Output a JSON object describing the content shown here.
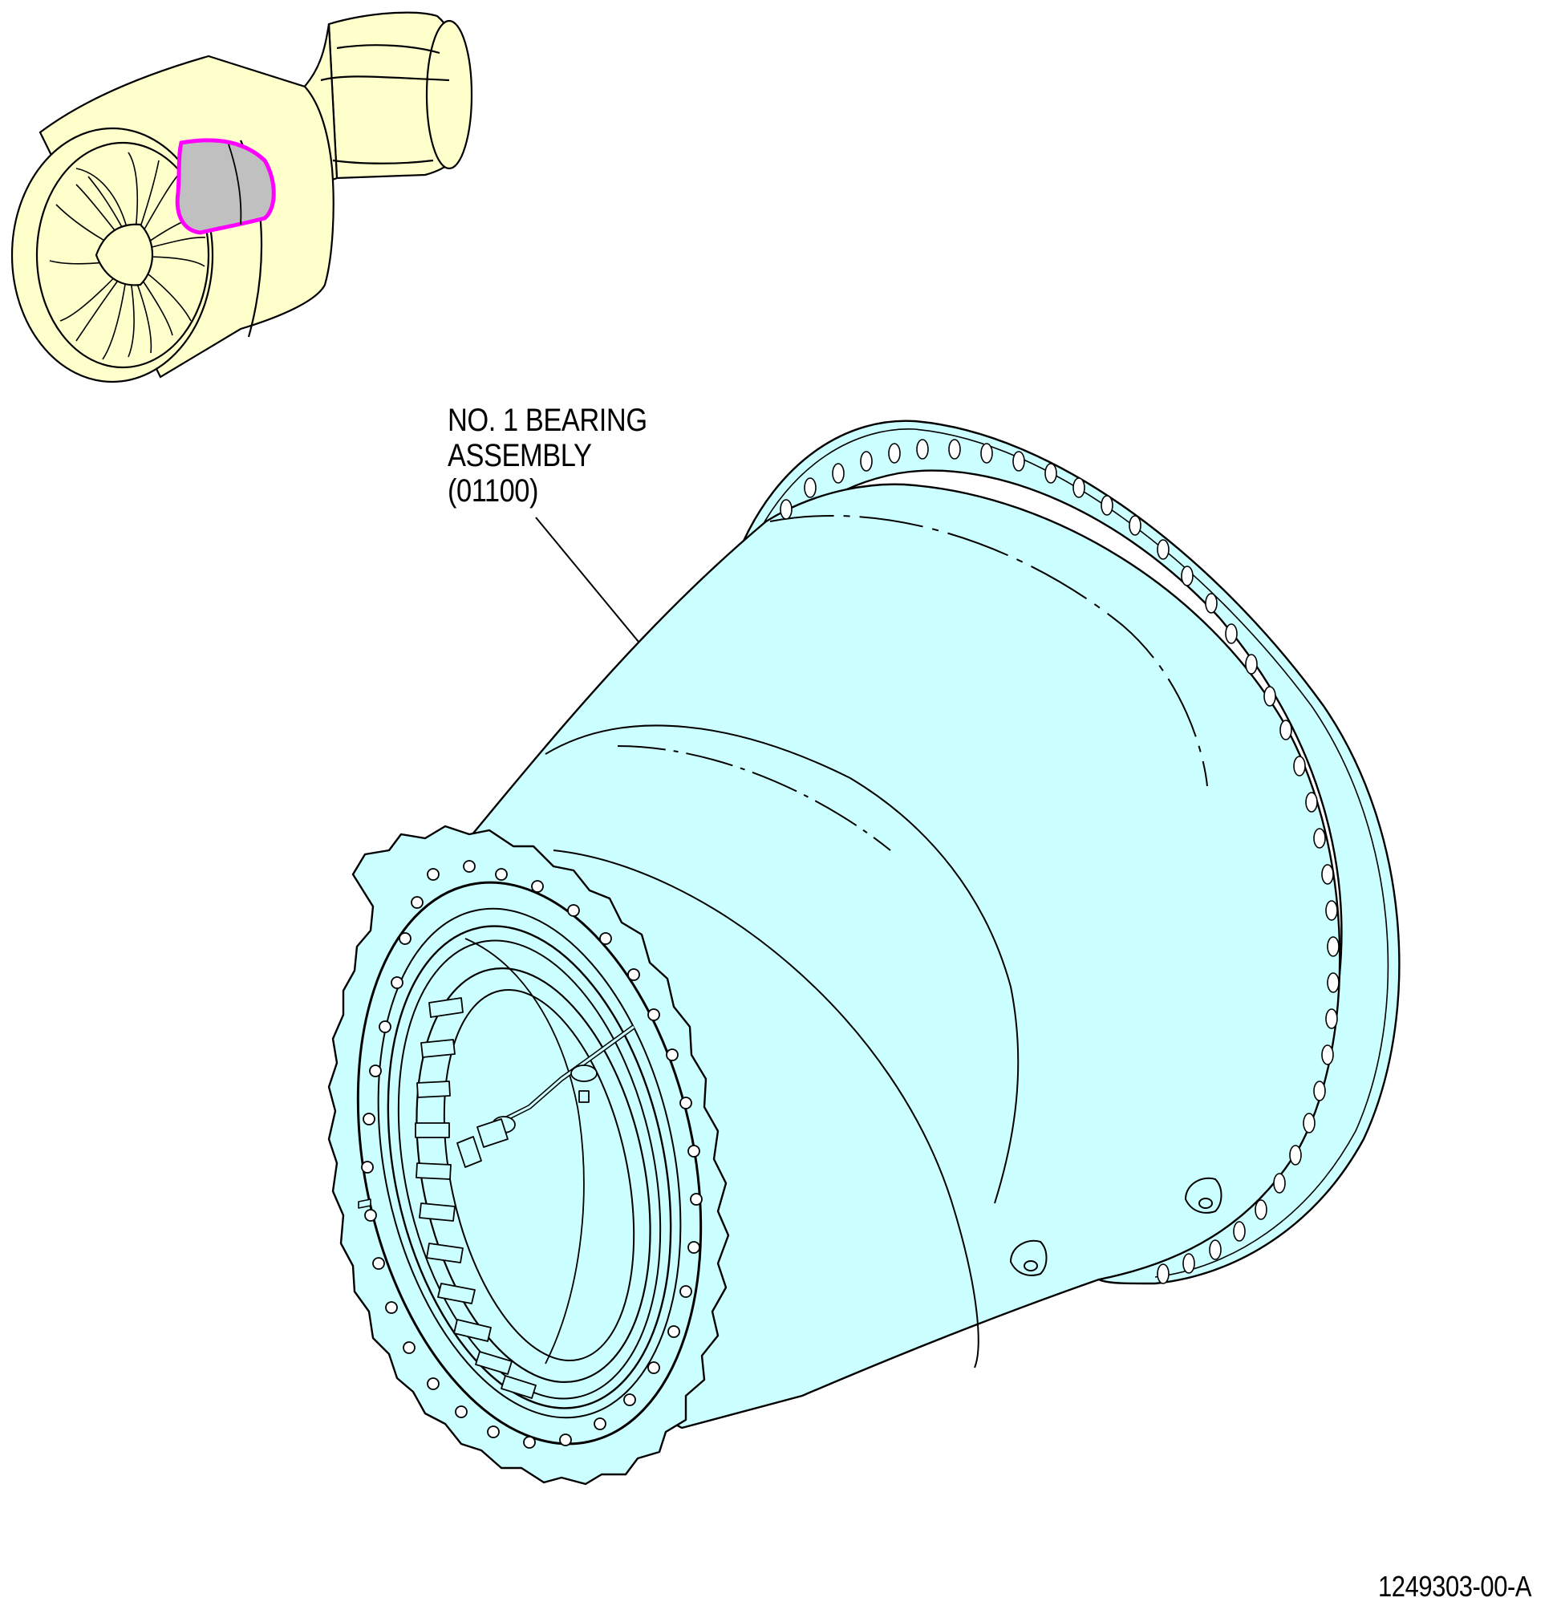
{
  "callout": {
    "line1": "NO. 1 BEARING",
    "line2": "ASSEMBLY",
    "line3": "(01100)"
  },
  "drawing_number": "1249303-00-A",
  "colors": {
    "engine_fill": "#FFFFCC",
    "assembly_fill": "#CCFFFF",
    "highlight_outline": "#FF00FF",
    "highlight_fill": "#C0C0C0",
    "line": "#000000"
  },
  "icons": {
    "locator": "engine-locator-icon",
    "assembly": "bearing-assembly-drawing"
  }
}
